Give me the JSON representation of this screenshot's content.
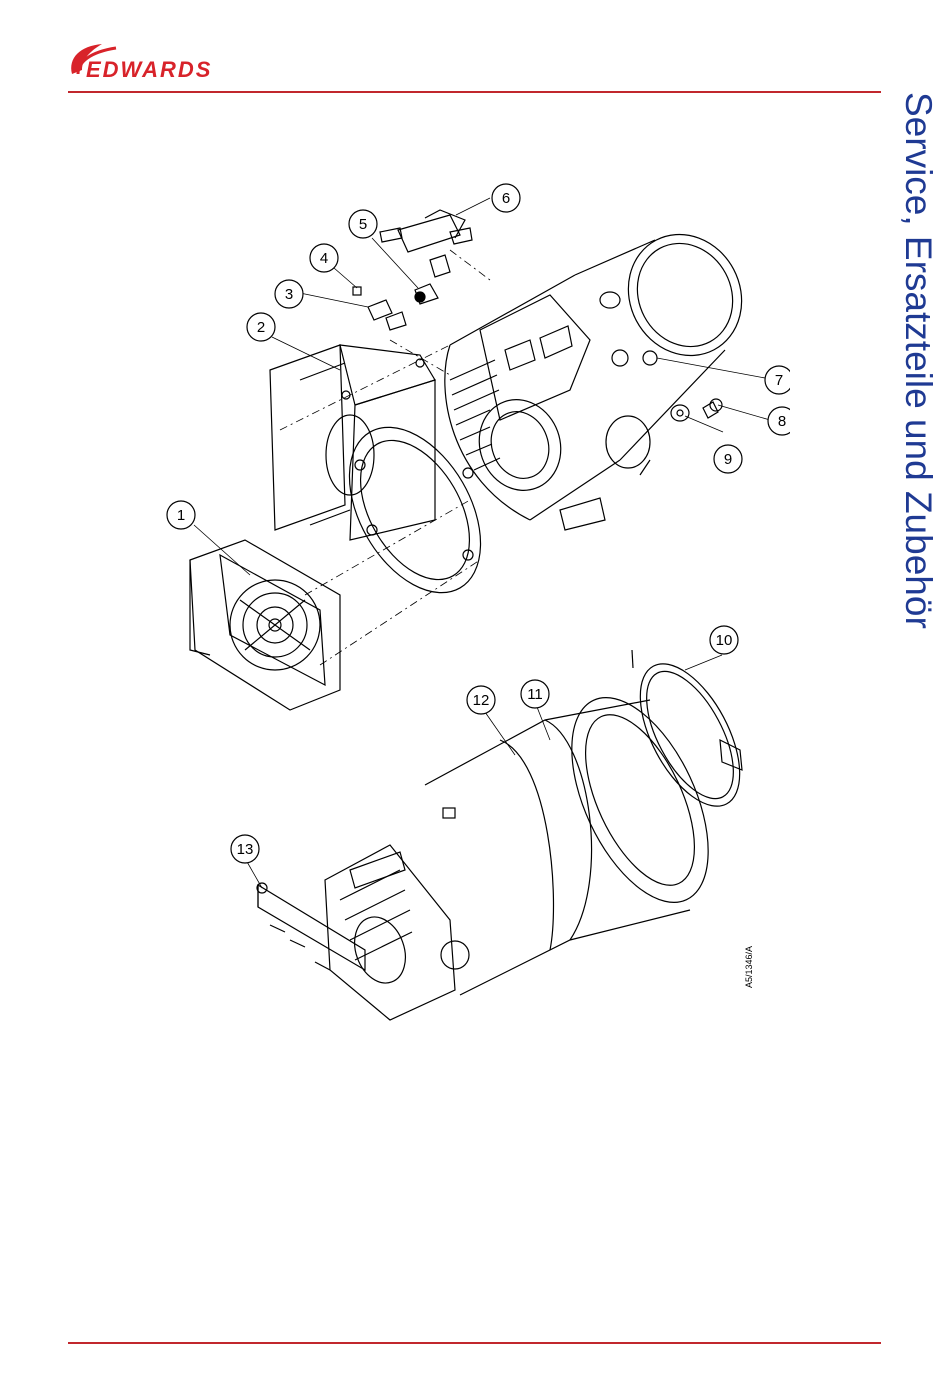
{
  "header": {
    "brand": "EDWARDS",
    "side_title": "Service, Ersatzteile und Zubehör"
  },
  "figure": {
    "reference": "A5/1346/A",
    "callouts": [
      "1",
      "2",
      "3",
      "4",
      "5",
      "6",
      "7",
      "8",
      "9",
      "10",
      "11",
      "12",
      "13"
    ]
  },
  "colors": {
    "brand_red": "#d8232a",
    "rule_red": "#c1272d",
    "title_blue": "#1f3a93"
  }
}
